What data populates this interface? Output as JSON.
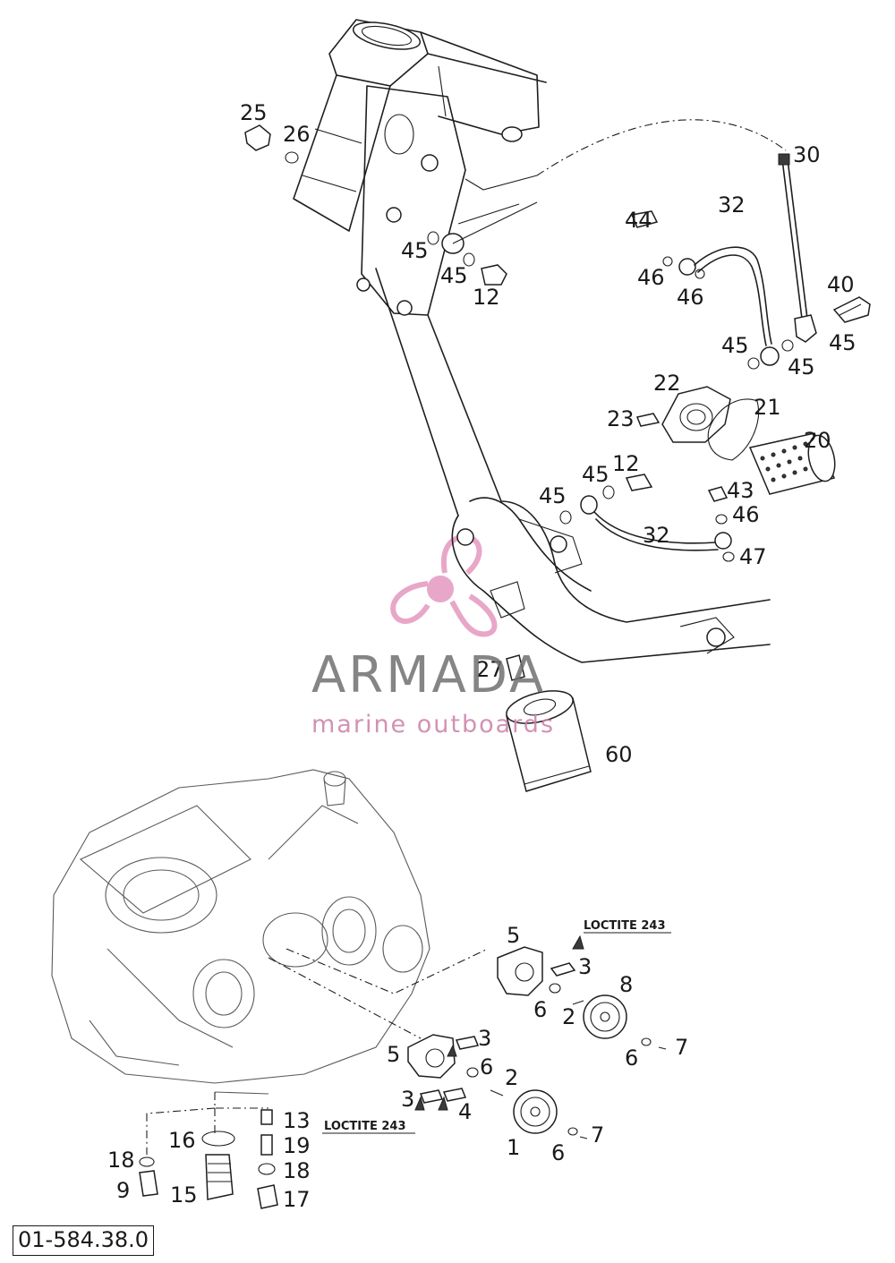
{
  "watermark": {
    "brand": "ARMADA",
    "tagline": "marine outboards"
  },
  "diagram_code": "01-584.38.0",
  "notes": {
    "loctite_top": "LOCTITE 243",
    "loctite_bottom": "LOCTITE 243"
  },
  "callouts": [
    {
      "id": "c-25",
      "text": "25"
    },
    {
      "id": "c-26",
      "text": "26"
    },
    {
      "id": "c-30",
      "text": "30"
    },
    {
      "id": "c-44",
      "text": "44"
    },
    {
      "id": "c-32a",
      "text": "32"
    },
    {
      "id": "c-46a",
      "text": "46"
    },
    {
      "id": "c-46b",
      "text": "46"
    },
    {
      "id": "c-40",
      "text": "40"
    },
    {
      "id": "c-45a",
      "text": "45"
    },
    {
      "id": "c-45b",
      "text": "45"
    },
    {
      "id": "c-12a",
      "text": "12"
    },
    {
      "id": "c-45c",
      "text": "45"
    },
    {
      "id": "c-45d",
      "text": "45"
    },
    {
      "id": "c-45e",
      "text": "45"
    },
    {
      "id": "c-22",
      "text": "22"
    },
    {
      "id": "c-21",
      "text": "21"
    },
    {
      "id": "c-23",
      "text": "23"
    },
    {
      "id": "c-20",
      "text": "20"
    },
    {
      "id": "c-45f",
      "text": "45"
    },
    {
      "id": "c-12b",
      "text": "12"
    },
    {
      "id": "c-43",
      "text": "43"
    },
    {
      "id": "c-45g",
      "text": "45"
    },
    {
      "id": "c-46c",
      "text": "46"
    },
    {
      "id": "c-32b",
      "text": "32"
    },
    {
      "id": "c-47",
      "text": "47"
    },
    {
      "id": "c-27",
      "text": "27"
    },
    {
      "id": "c-60",
      "text": "60"
    },
    {
      "id": "c-5a",
      "text": "5"
    },
    {
      "id": "c-3a",
      "text": "3"
    },
    {
      "id": "c-8",
      "text": "8"
    },
    {
      "id": "c-6a",
      "text": "6"
    },
    {
      "id": "c-2a",
      "text": "2"
    },
    {
      "id": "c-7a",
      "text": "7"
    },
    {
      "id": "c-6b",
      "text": "6"
    },
    {
      "id": "c-5b",
      "text": "5"
    },
    {
      "id": "c-3b",
      "text": "3"
    },
    {
      "id": "c-6c",
      "text": "6"
    },
    {
      "id": "c-2b",
      "text": "2"
    },
    {
      "id": "c-3c",
      "text": "3"
    },
    {
      "id": "c-4",
      "text": "4"
    },
    {
      "id": "c-7b",
      "text": "7"
    },
    {
      "id": "c-1",
      "text": "1"
    },
    {
      "id": "c-6d",
      "text": "6"
    },
    {
      "id": "c-13",
      "text": "13"
    },
    {
      "id": "c-16",
      "text": "16"
    },
    {
      "id": "c-19",
      "text": "19"
    },
    {
      "id": "c-18a",
      "text": "18"
    },
    {
      "id": "c-18b",
      "text": "18"
    },
    {
      "id": "c-9",
      "text": "9"
    },
    {
      "id": "c-15",
      "text": "15"
    },
    {
      "id": "c-17",
      "text": "17"
    }
  ]
}
